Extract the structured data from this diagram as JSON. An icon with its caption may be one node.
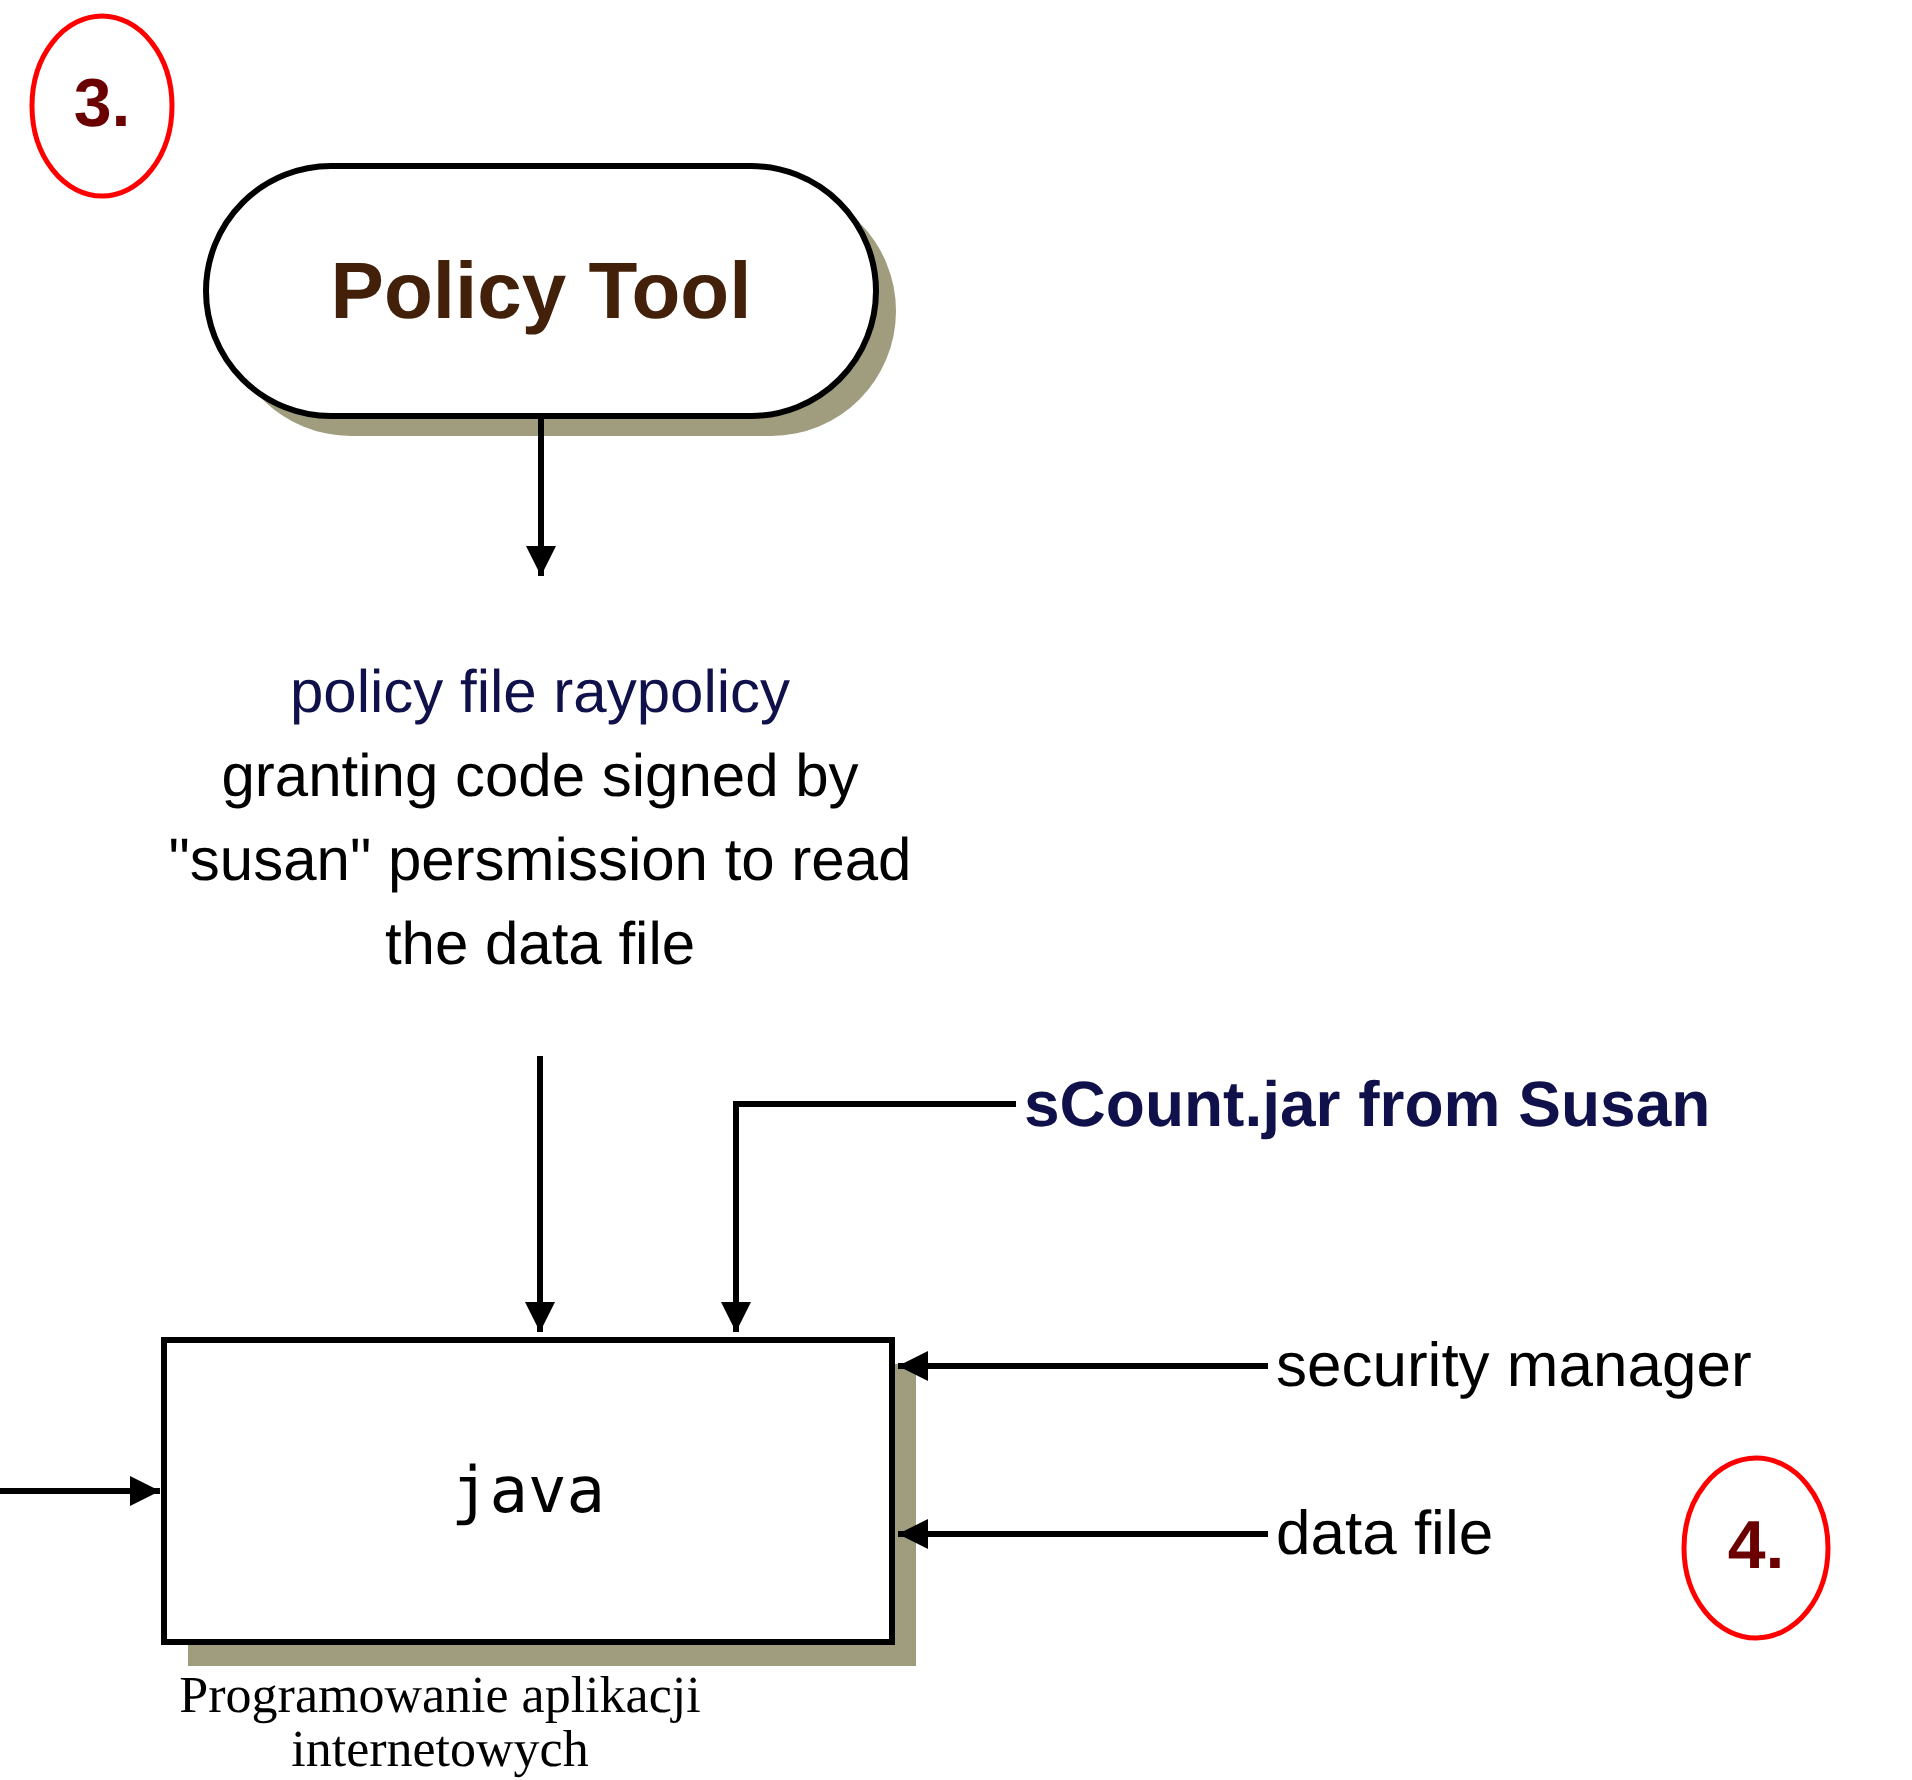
{
  "diagram": {
    "nodes": [
      {
        "text": [
          "3."
        ]
      },
      {
        "text": [
          "Policy Tool"
        ]
      },
      {
        "text": [
          "policy file raypolicy",
          "granting code signed by \"susan\" persmission to read the data file"
        ]
      },
      {
        "text": [
          "sCount.jar from Susan"
        ]
      },
      {
        "text": [
          "java"
        ]
      },
      {
        "text": [
          "security manager"
        ]
      },
      {
        "text": [
          "data file"
        ]
      },
      {
        "text": [
          "4."
        ]
      }
    ],
    "edges": [
      {
        "from": 1,
        "to": 2,
        "arrow": "to"
      },
      {
        "from": 2,
        "to": 4,
        "arrow": "to"
      },
      {
        "from": 3,
        "to": 4,
        "arrow": "to"
      },
      {
        "from": null,
        "to": 4,
        "arrow": "to"
      },
      {
        "from": 5,
        "to": 4,
        "arrow": "to"
      },
      {
        "from": 6,
        "to": 4,
        "arrow": "to"
      }
    ],
    "labels": [
      "Programowanie aplikacji internetowych"
    ]
  }
}
